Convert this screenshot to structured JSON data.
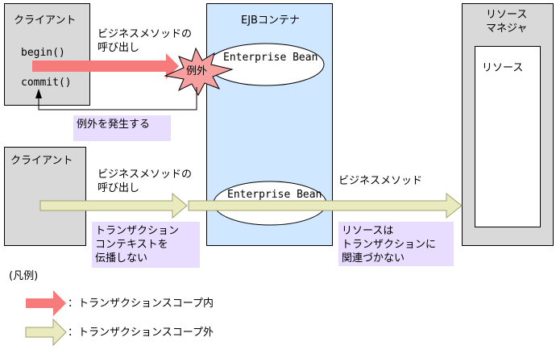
{
  "client_top": {
    "title": "クライアント",
    "begin": "begin()",
    "commit": "commit()"
  },
  "client_bottom": {
    "title": "クライアント"
  },
  "container": {
    "title": "EJBコンテナ"
  },
  "bean_top": {
    "label": "Enterprise Bean"
  },
  "bean_bottom": {
    "label": "Enterprise Bean"
  },
  "resource_manager": {
    "title_line1": "リソース",
    "title_line2": "マネジャ",
    "resource": "リソース"
  },
  "call_top": {
    "line1": "ビジネスメソッドの",
    "line2": "呼び出し"
  },
  "call_bottom": {
    "line1": "ビジネスメソッドの",
    "line2": "呼び出し"
  },
  "business_method": "ビジネスメソッド",
  "exception": {
    "burst": "例外",
    "note": "例外を発生する"
  },
  "note_no_propagate": {
    "line1": "トランザクション",
    "line2": "コンテキストを",
    "line3": "伝播しない"
  },
  "note_not_related": {
    "line1": "リソースは",
    "line2": "トランザクションに",
    "line3": "関連づかない"
  },
  "legend": {
    "title": "(凡例)",
    "in_scope": "：トランザクションスコープ内",
    "out_scope": "：トランザクションスコープ外"
  },
  "colors": {
    "in_scope": "#f77b7b",
    "out_scope": "#eaeabf",
    "container": "#cfe7ff",
    "note": "#e8ddff",
    "client": "#d9d9d9"
  }
}
